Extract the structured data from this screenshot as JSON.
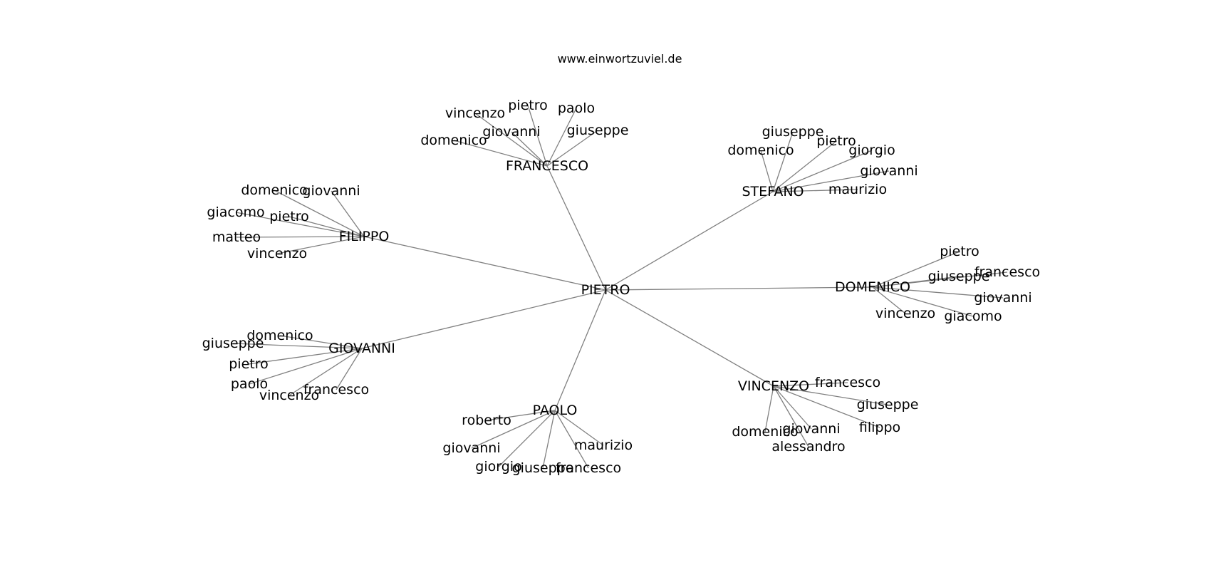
{
  "title": "www.einwortzuviel.de",
  "graph": {
    "root": "PIETRO",
    "edge_color": "#808080",
    "groups": [
      {
        "hub": "FRANCESCO",
        "leaves": [
          "vincenzo",
          "pietro",
          "paolo",
          "giovanni",
          "giuseppe",
          "domenico"
        ]
      },
      {
        "hub": "STEFANO",
        "leaves": [
          "giuseppe",
          "domenico",
          "pietro",
          "giorgio",
          "giovanni",
          "maurizio"
        ]
      },
      {
        "hub": "FILIPPO",
        "leaves": [
          "domenico",
          "giovanni",
          "giacomo",
          "pietro",
          "matteo",
          "vincenzo"
        ]
      },
      {
        "hub": "DOMENICO",
        "leaves": [
          "pietro",
          "francesco",
          "giuseppe",
          "giovanni",
          "vincenzo",
          "giacomo"
        ]
      },
      {
        "hub": "GIOVANNI",
        "leaves": [
          "domenico",
          "giuseppe",
          "pietro",
          "paolo",
          "vincenzo",
          "francesco"
        ]
      },
      {
        "hub": "VINCENZO",
        "leaves": [
          "francesco",
          "giuseppe",
          "filippo",
          "giovanni",
          "domenico",
          "alessandro"
        ]
      },
      {
        "hub": "PAOLO",
        "leaves": [
          "roberto",
          "giovanni",
          "giorgio",
          "giuseppe",
          "francesco",
          "maurizio"
        ]
      }
    ]
  }
}
